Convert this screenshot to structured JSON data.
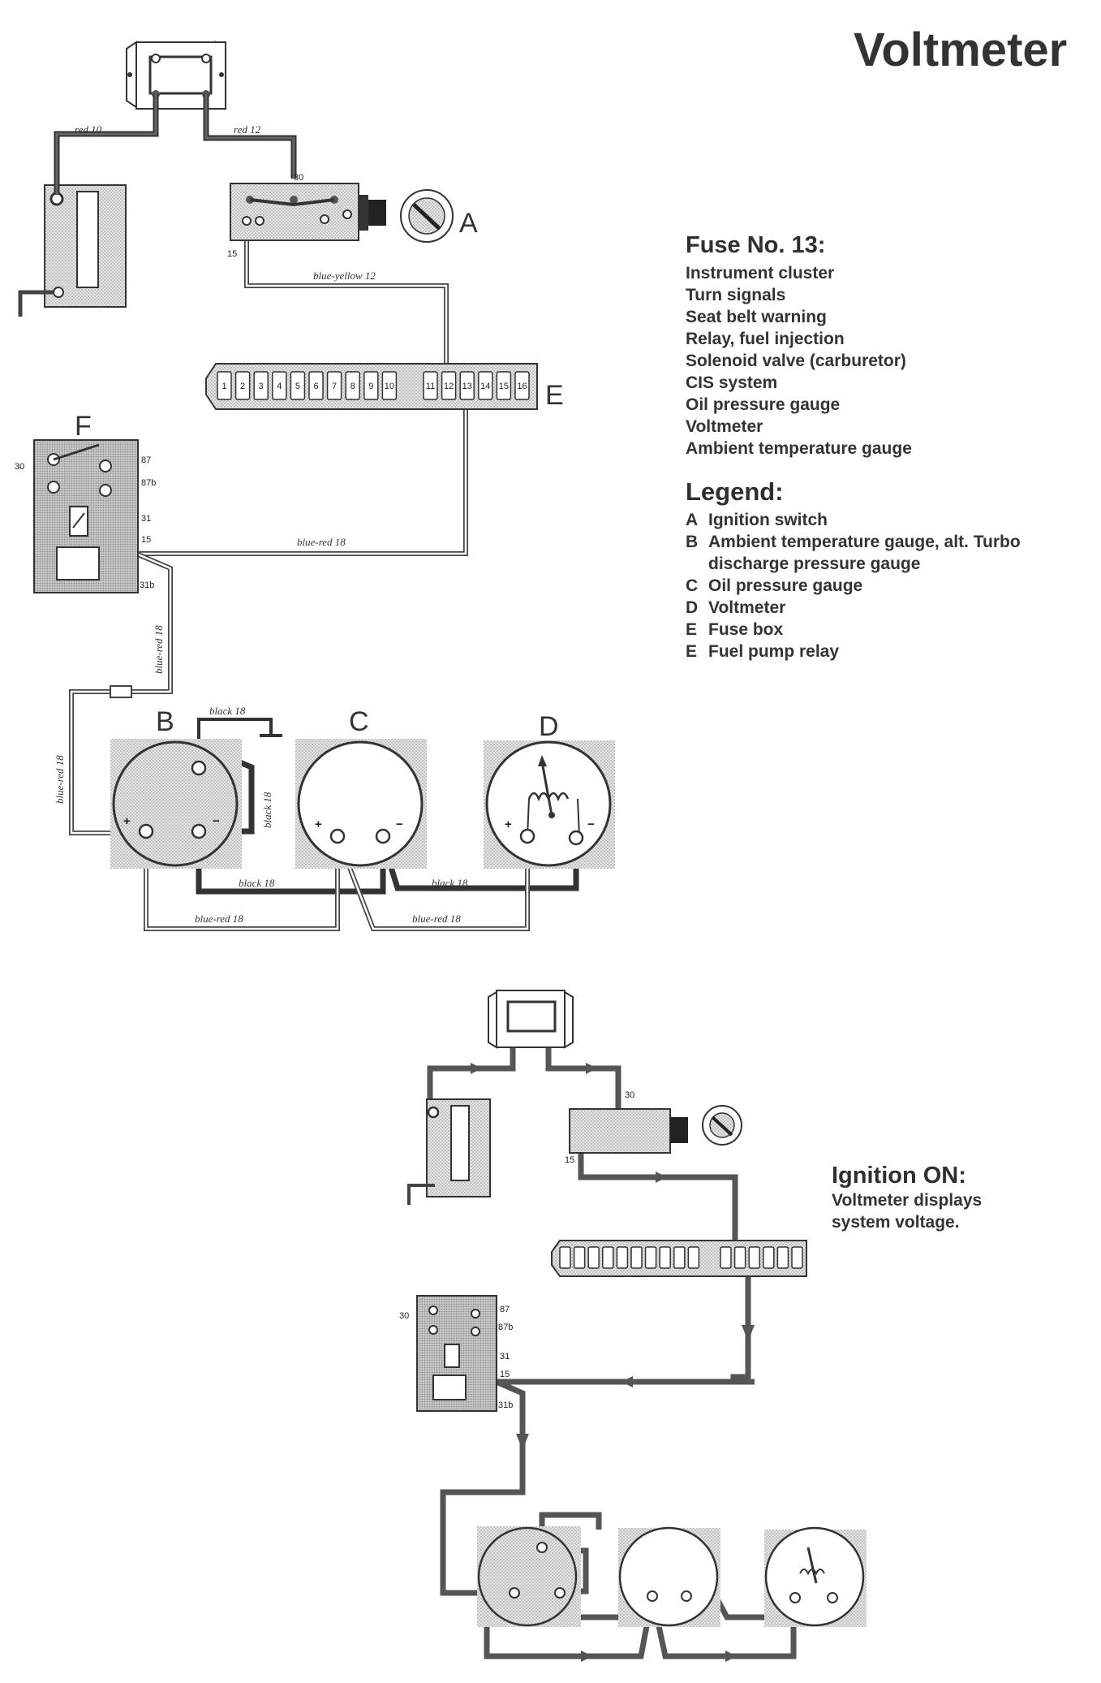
{
  "title": "Voltmeter",
  "fuse": {
    "heading": "Fuse No. 13:",
    "items": [
      "Instrument cluster",
      "Turn signals",
      "Seat belt warning",
      "Relay, fuel injection",
      "Solenoid valve (carburetor)",
      "CIS system",
      "Oil pressure gauge",
      "Voltmeter",
      "Ambient temperature gauge"
    ]
  },
  "legend": {
    "heading": "Legend:",
    "items": [
      {
        "key": "A",
        "text": "Ignition switch"
      },
      {
        "key": "B",
        "text": "Ambient temperature gauge, alt. Turbo discharge pressure gauge"
      },
      {
        "key": "C",
        "text": "Oil pressure gauge"
      },
      {
        "key": "D",
        "text": "Voltmeter"
      },
      {
        "key": "E",
        "text": "Fuse box"
      },
      {
        "key": "E",
        "text": "Fuel pump relay"
      }
    ]
  },
  "ignition": {
    "heading": "Ignition ON:",
    "text": "Voltmeter displays system voltage."
  },
  "component_letters": {
    "a": "A",
    "b": "B",
    "c": "C",
    "d": "D",
    "e": "E",
    "f": "F"
  },
  "wires": {
    "red10": "red 10",
    "red12": "red 12",
    "blue_yellow_12": "blue-yellow 12",
    "blue_red_18": "blue-red 18",
    "black_18": "black 18"
  },
  "terminals": {
    "t30": "30",
    "t15": "15",
    "t87": "87",
    "t87b": "87b",
    "t31": "31",
    "t31b": "31b",
    "plus": "+",
    "minus": "−"
  },
  "fuse_numbers": [
    "1",
    "2",
    "3",
    "4",
    "5",
    "6",
    "7",
    "8",
    "9",
    "10",
    "11",
    "12",
    "13",
    "14",
    "15",
    "16"
  ],
  "colors": {
    "wire_dark": "#4a4a4a",
    "wire_gray": "#666666",
    "panel_stipple": "#d2d2d2",
    "text": "#333333"
  }
}
